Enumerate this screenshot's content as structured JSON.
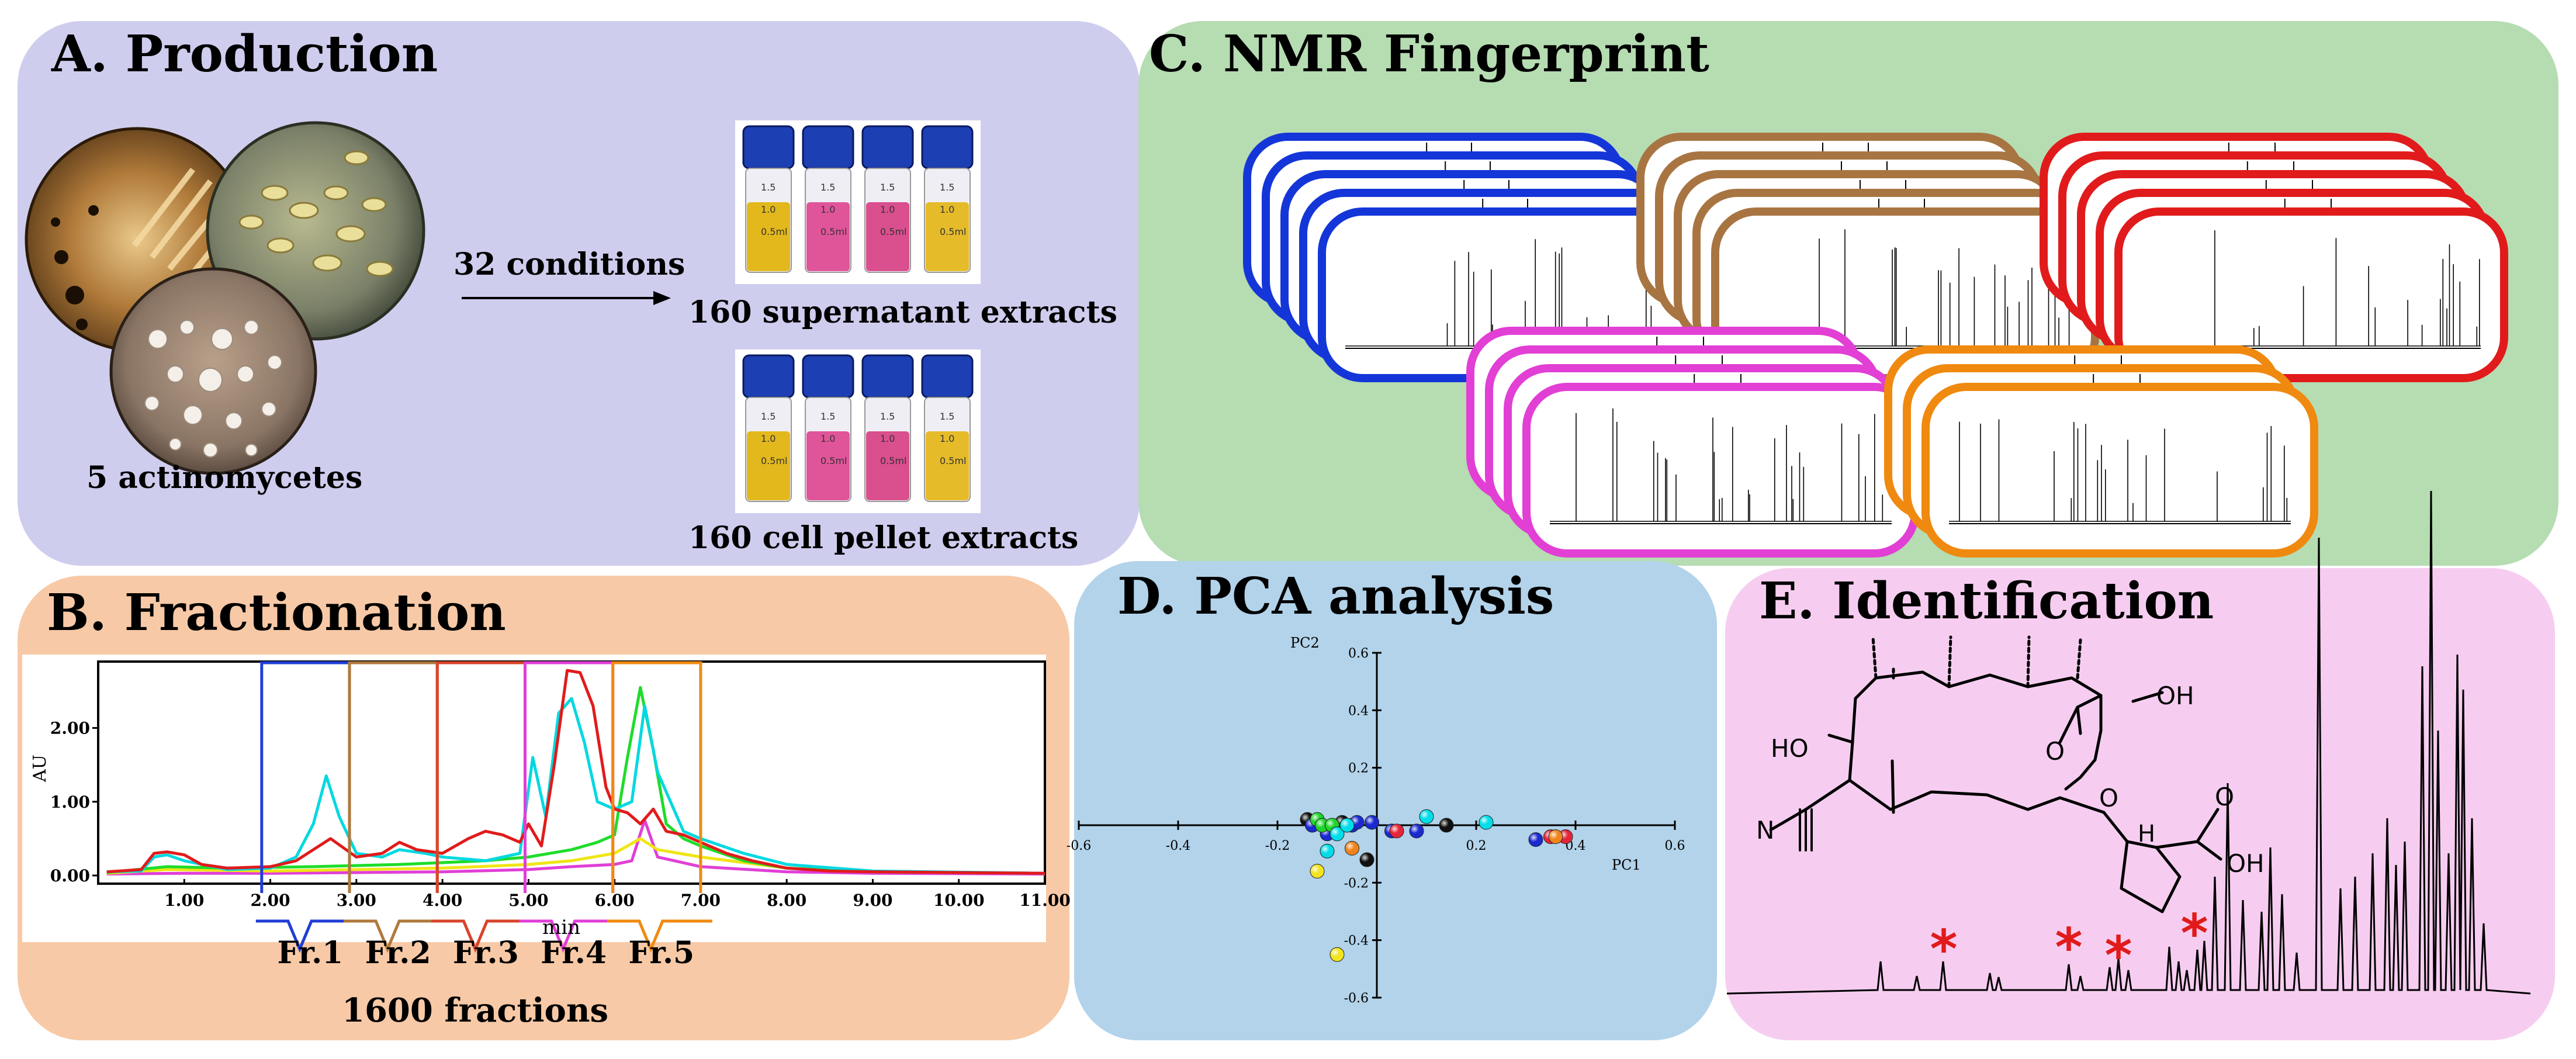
{
  "panels": {
    "a": {
      "title": "A. Production",
      "condition_label": "32 conditions",
      "organism_label": "5 actinomycetes",
      "supernatant_label": "160 supernatant extracts",
      "pellet_label": "160 cell pellet extracts",
      "vial_colors": [
        "#e3b81c",
        "#e0559a",
        "#da4f8e",
        "#e6bb2a"
      ],
      "vial_marks": [
        "1.5",
        "1.0",
        "0.5ml"
      ]
    },
    "b": {
      "title": "B. Fractionation",
      "ylabel": "AU",
      "xlabel": "min",
      "y_ticks": [
        "2.00",
        "1.00",
        "0.00"
      ],
      "x_ticks": [
        "1.00",
        "2.00",
        "3.00",
        "4.00",
        "5.00",
        "6.00",
        "7.00",
        "8.00",
        "9.00",
        "10.00",
        "11.00"
      ],
      "fractions": [
        {
          "label": "Fr.1",
          "color": "#1f3fd6"
        },
        {
          "label": "Fr.2",
          "color": "#b07a3c"
        },
        {
          "label": "Fr.3",
          "color": "#d9442b"
        },
        {
          "label": "Fr.4",
          "color": "#e03fd8"
        },
        {
          "label": "Fr.5",
          "color": "#f08a12"
        }
      ],
      "total_label": "1600 fractions"
    },
    "c": {
      "title": "C. NMR Fingerprint",
      "stack_colors": [
        "#1436d8",
        "#a87542",
        "#e11b1b",
        "#e23fd5",
        "#f0890f"
      ]
    },
    "d": {
      "title": "D. PCA analysis",
      "xlabel": "PC1",
      "ylabel": "PC2",
      "x_ticks": [
        "-0.6",
        "-0.4",
        "-0.2",
        "0.2",
        "0.4",
        "0.6"
      ],
      "y_ticks": [
        "0.6",
        "0.4",
        "0.2",
        "0.2",
        "0.4",
        "0.6"
      ],
      "y_tick_signs": [
        "",
        "",
        "",
        "-",
        "-",
        "-"
      ]
    },
    "e": {
      "title": "E. Identification",
      "atoms": [
        "OH",
        "HO",
        "N",
        "O",
        "O",
        "H",
        "O",
        "OH"
      ],
      "marker": "*"
    }
  },
  "chart_data": [
    {
      "type": "line",
      "title": "",
      "xlabel": "min",
      "ylabel": "AU",
      "xlim": [
        0,
        11
      ],
      "ylim": [
        0,
        2.9
      ],
      "series": [
        {
          "color": "#e11b1b",
          "x": [
            0.1,
            0.5,
            0.65,
            0.8,
            1.0,
            1.2,
            1.5,
            2.0,
            2.3,
            2.5,
            2.7,
            3.0,
            3.3,
            3.5,
            3.7,
            4.0,
            4.3,
            4.5,
            4.7,
            4.9,
            5.0,
            5.15,
            5.3,
            5.45,
            5.6,
            5.75,
            5.9,
            6.0,
            6.15,
            6.3,
            6.45,
            6.6,
            6.8,
            7.0,
            7.3,
            7.6,
            8.0,
            8.5,
            9.0,
            10.0,
            11.0
          ],
          "y": [
            0.05,
            0.08,
            0.3,
            0.32,
            0.28,
            0.15,
            0.1,
            0.12,
            0.2,
            0.35,
            0.5,
            0.25,
            0.3,
            0.45,
            0.35,
            0.3,
            0.5,
            0.6,
            0.55,
            0.45,
            0.7,
            0.4,
            1.5,
            2.78,
            2.75,
            2.3,
            1.2,
            0.9,
            0.85,
            0.7,
            0.9,
            0.6,
            0.55,
            0.45,
            0.3,
            0.2,
            0.1,
            0.06,
            0.05,
            0.04,
            0.03
          ]
        },
        {
          "color": "#00d8e0",
          "x": [
            0.1,
            0.5,
            0.65,
            0.8,
            1.0,
            1.5,
            2.0,
            2.3,
            2.5,
            2.65,
            2.8,
            3.0,
            3.3,
            3.5,
            3.8,
            4.0,
            4.5,
            4.9,
            5.05,
            5.2,
            5.35,
            5.5,
            5.65,
            5.8,
            6.0,
            6.2,
            6.35,
            6.5,
            6.8,
            7.0,
            7.5,
            8.0,
            9.0,
            11.0
          ],
          "y": [
            0.05,
            0.06,
            0.25,
            0.28,
            0.2,
            0.08,
            0.1,
            0.25,
            0.7,
            1.35,
            0.8,
            0.3,
            0.25,
            0.35,
            0.3,
            0.25,
            0.2,
            0.3,
            1.6,
            0.8,
            2.2,
            2.4,
            1.8,
            1.0,
            0.9,
            1.0,
            2.3,
            1.4,
            0.6,
            0.5,
            0.3,
            0.15,
            0.06,
            0.03
          ]
        },
        {
          "color": "#1fdc2b",
          "x": [
            0.1,
            0.8,
            1.5,
            2.5,
            3.5,
            4.5,
            5.0,
            5.5,
            5.8,
            6.0,
            6.15,
            6.3,
            6.45,
            6.6,
            6.8,
            7.0,
            7.5,
            8.0,
            9.0,
            11.0
          ],
          "y": [
            0.04,
            0.12,
            0.1,
            0.12,
            0.15,
            0.2,
            0.25,
            0.35,
            0.45,
            0.55,
            1.6,
            2.55,
            1.7,
            0.7,
            0.5,
            0.4,
            0.2,
            0.1,
            0.05,
            0.03
          ]
        },
        {
          "color": "#f0e515",
          "x": [
            0.1,
            0.8,
            2.0,
            3.0,
            4.0,
            5.0,
            5.5,
            6.0,
            6.3,
            6.5,
            7.0,
            8.0,
            9.0,
            11.0
          ],
          "y": [
            0.03,
            0.08,
            0.06,
            0.08,
            0.1,
            0.15,
            0.2,
            0.3,
            0.5,
            0.35,
            0.25,
            0.1,
            0.05,
            0.03
          ]
        },
        {
          "color": "#e03fd8",
          "x": [
            0.1,
            1.0,
            2.0,
            3.0,
            4.0,
            5.0,
            5.5,
            6.0,
            6.2,
            6.35,
            6.5,
            7.0,
            8.0,
            9.0,
            11.0
          ],
          "y": [
            0.02,
            0.03,
            0.03,
            0.04,
            0.05,
            0.08,
            0.12,
            0.15,
            0.2,
            0.75,
            0.25,
            0.12,
            0.05,
            0.03,
            0.02
          ]
        }
      ]
    },
    {
      "type": "scatter",
      "title": "",
      "xlabel": "PC1",
      "ylabel": "PC2",
      "xlim": [
        -0.6,
        0.6
      ],
      "ylim": [
        -0.6,
        0.6
      ],
      "series": [
        {
          "color": "#101010",
          "x": [
            -0.14,
            -0.07,
            -0.02,
            0.14
          ],
          "y": [
            0.02,
            0.01,
            -0.12,
            0.0
          ]
        },
        {
          "color": "#1a2ad0",
          "x": [
            -0.13,
            -0.1,
            -0.05,
            -0.04,
            -0.01,
            0.03,
            0.08,
            0.32
          ],
          "y": [
            0.0,
            -0.03,
            0.0,
            0.01,
            0.01,
            -0.02,
            -0.02,
            -0.05
          ]
        },
        {
          "color": "#1fd52a",
          "x": [
            -0.12,
            -0.11,
            -0.09
          ],
          "y": [
            0.02,
            0.0,
            0.0
          ]
        },
        {
          "color": "#00dde8",
          "x": [
            -0.1,
            -0.08,
            -0.06,
            0.1,
            0.22
          ],
          "y": [
            -0.09,
            -0.03,
            0.0,
            0.03,
            0.01
          ]
        },
        {
          "color": "#e6243a",
          "x": [
            0.04,
            0.35,
            0.38
          ],
          "y": [
            -0.02,
            -0.04,
            -0.04
          ]
        },
        {
          "color": "#f0841c",
          "x": [
            -0.05,
            0.36
          ],
          "y": [
            -0.08,
            -0.04
          ]
        },
        {
          "color": "#f2e51e",
          "x": [
            -0.12,
            -0.08
          ],
          "y": [
            -0.16,
            -0.45
          ]
        }
      ]
    }
  ]
}
